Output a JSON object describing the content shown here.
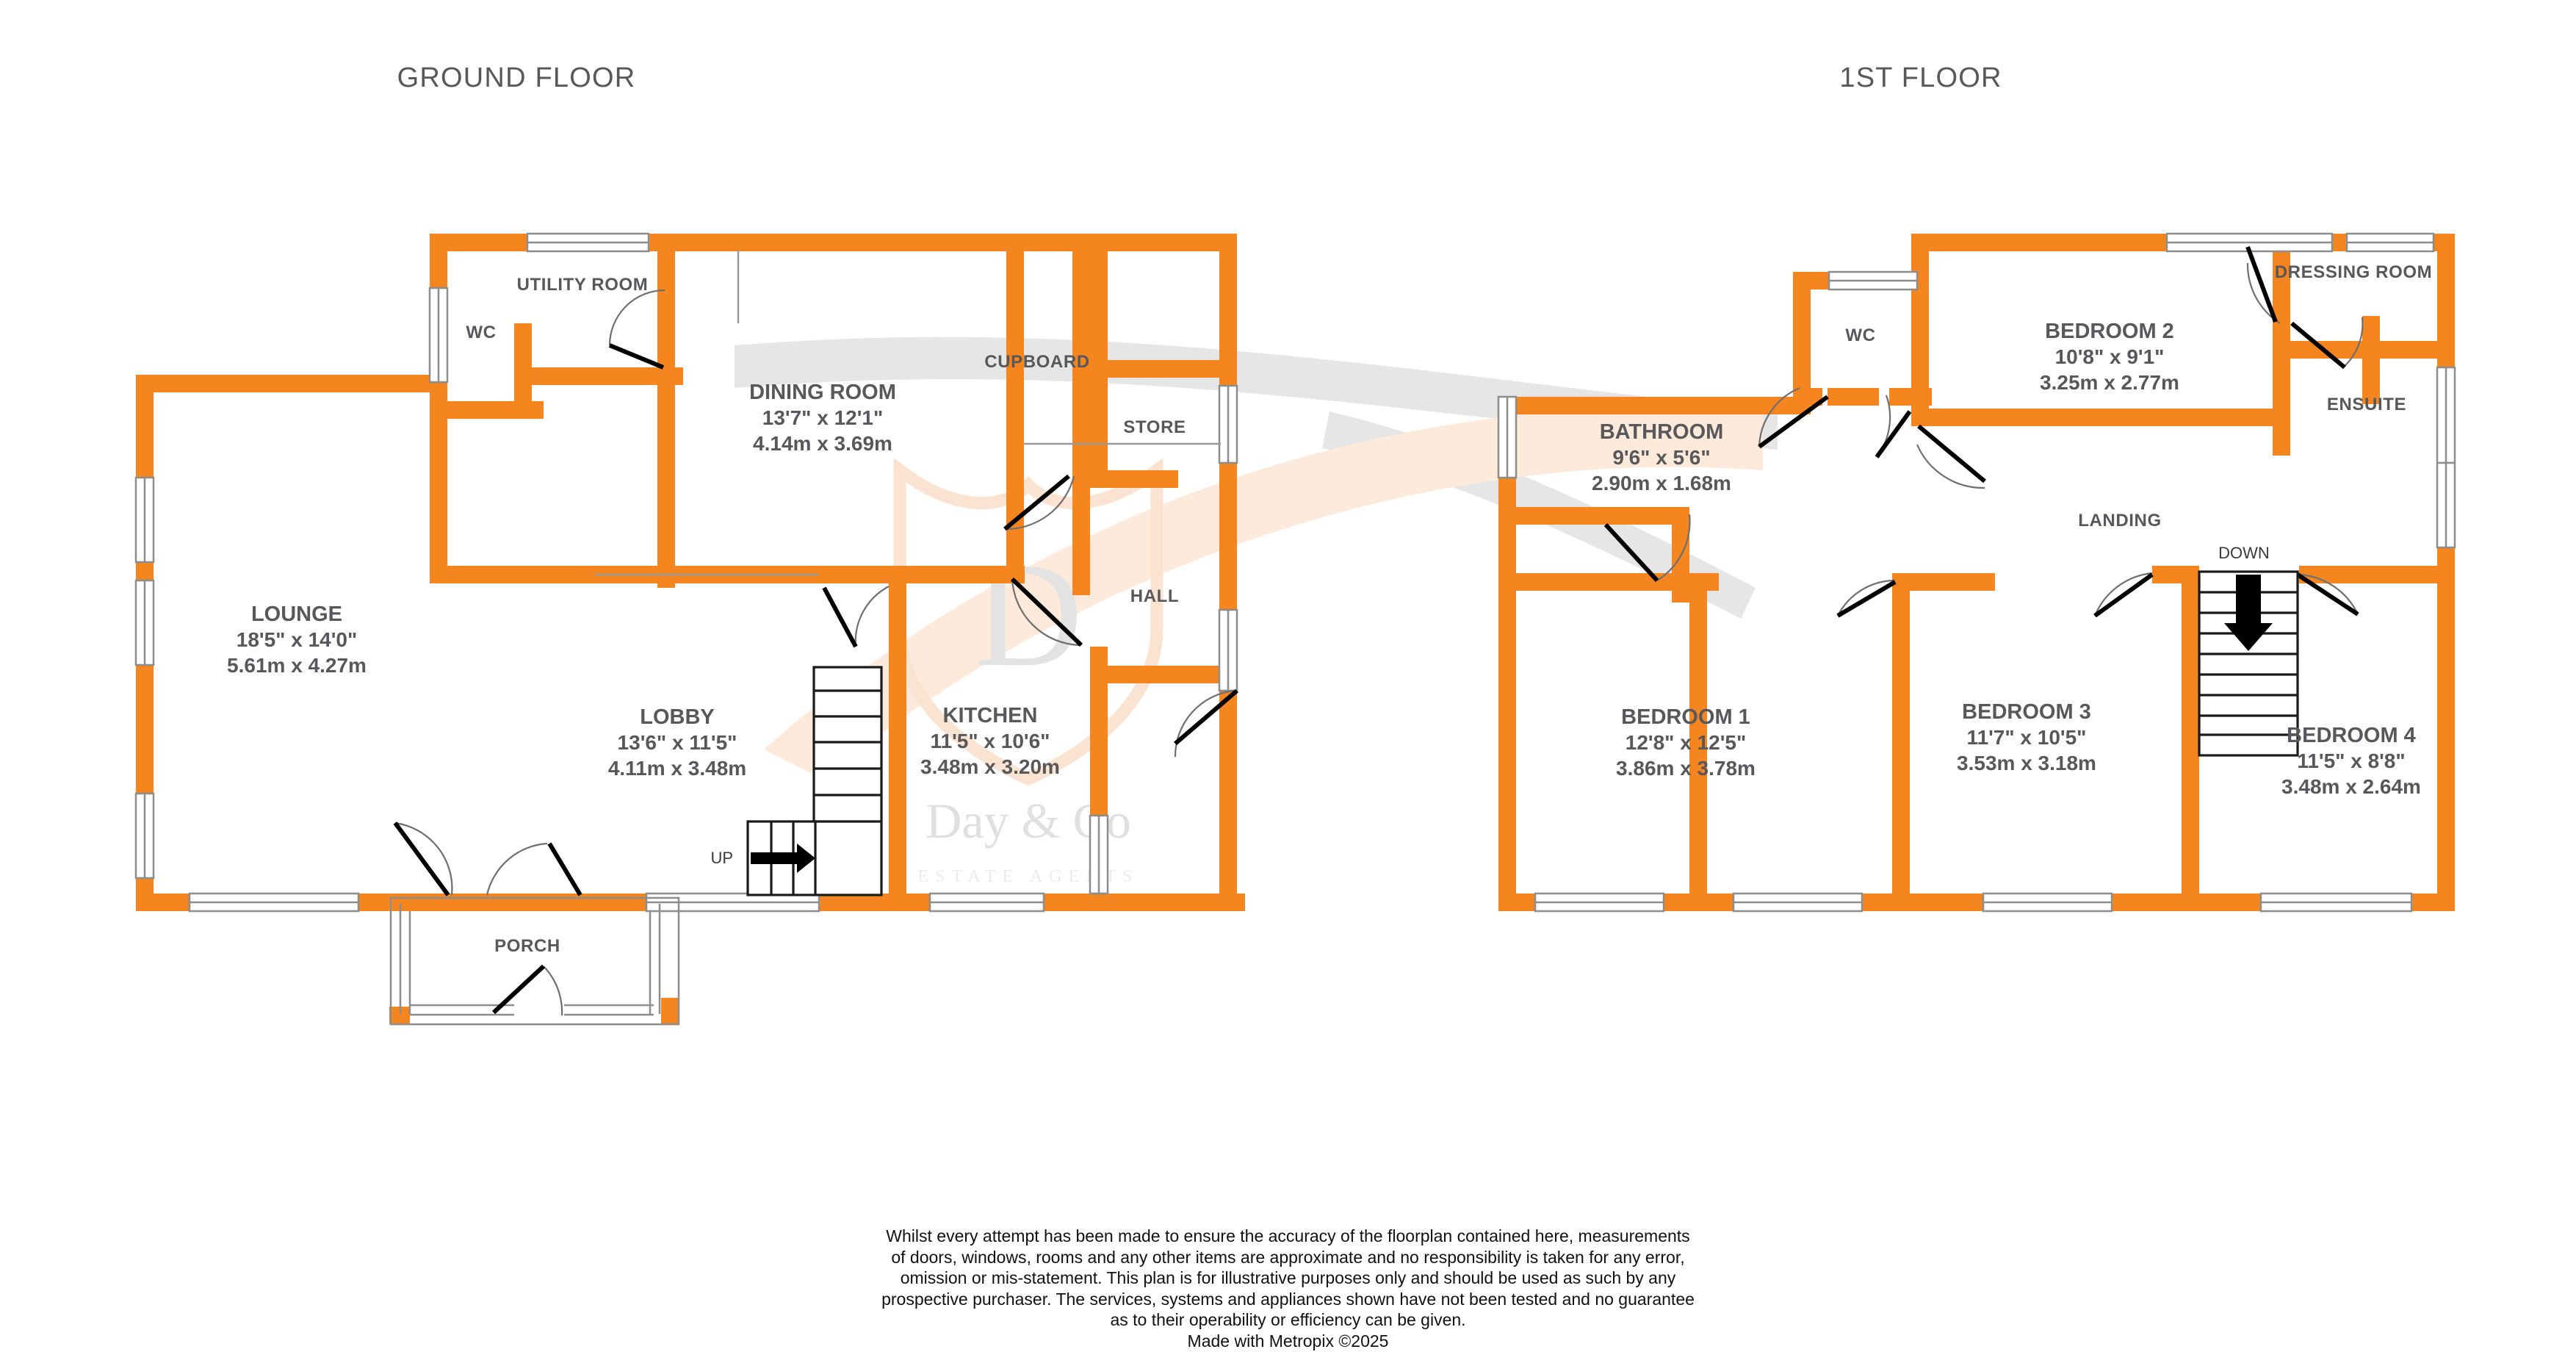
{
  "colors": {
    "wall_orange": "#F5851F",
    "label_grey": "#58585a",
    "title_grey": "#58585a",
    "watermark_peach": "#fdeadb",
    "watermark_grey": "#e6e6e6",
    "background": "#ffffff"
  },
  "floors": [
    {
      "key": "ground",
      "title": "GROUND FLOOR",
      "rooms": [
        {
          "name": "UTILITY ROOM",
          "imperial": "",
          "metric": "",
          "style": "small"
        },
        {
          "name": "WC",
          "imperial": "",
          "metric": "",
          "style": "small"
        },
        {
          "name": "DINING ROOM",
          "imperial": "13'7\"  x 12'1\"",
          "metric": "4.14m  x 3.69m",
          "style": "full"
        },
        {
          "name": "CUPBOARD",
          "imperial": "",
          "metric": "",
          "style": "small"
        },
        {
          "name": "STORE",
          "imperial": "",
          "metric": "",
          "style": "small"
        },
        {
          "name": "HALL",
          "imperial": "",
          "metric": "",
          "style": "small"
        },
        {
          "name": "LOUNGE",
          "imperial": "18'5\"  x 14'0\"",
          "metric": "5.61m  x 4.27m",
          "style": "full"
        },
        {
          "name": "LOBBY",
          "imperial": "13'6\"  x 11'5\"",
          "metric": "4.11m  x 3.48m",
          "style": "full"
        },
        {
          "name": "KITCHEN",
          "imperial": "11'5\"  x 10'6\"",
          "metric": "3.48m  x 3.20m",
          "style": "full"
        },
        {
          "name": "PORCH",
          "imperial": "",
          "metric": "",
          "style": "small"
        }
      ],
      "stair_label": "UP"
    },
    {
      "key": "first",
      "title": "1ST FLOOR",
      "rooms": [
        {
          "name": "WC",
          "imperial": "",
          "metric": "",
          "style": "small"
        },
        {
          "name": "BATHROOM",
          "imperial": "9'6\"  x 5'6\"",
          "metric": "2.90m  x 1.68m",
          "style": "full"
        },
        {
          "name": "BEDROOM 2",
          "imperial": "10'8\"  x 9'1\"",
          "metric": "3.25m  x 2.77m",
          "style": "full"
        },
        {
          "name": "DRESSING ROOM",
          "imperial": "",
          "metric": "",
          "style": "small"
        },
        {
          "name": "ENSUITE",
          "imperial": "",
          "metric": "",
          "style": "small"
        },
        {
          "name": "LANDING",
          "imperial": "",
          "metric": "",
          "style": "small"
        },
        {
          "name": "BEDROOM 1",
          "imperial": "12'8\"  x 12'5\"",
          "metric": "3.86m  x 3.78m",
          "style": "full"
        },
        {
          "name": "BEDROOM 3",
          "imperial": "11'7\"  x 10'5\"",
          "metric": "3.53m  x 3.18m",
          "style": "full"
        },
        {
          "name": "BEDROOM 4",
          "imperial": "11'5\"  x 8'8\"",
          "metric": "3.48m  x 2.64m",
          "style": "full"
        }
      ],
      "stair_label": "DOWN"
    }
  ],
  "labels": {
    "ground_title": "GROUND FLOOR",
    "first_title": "1ST FLOOR",
    "utility_room": "UTILITY ROOM",
    "wc_ground": "WC",
    "dining_name": "DINING ROOM",
    "dining_imperial": "13'7\"  x 12'1\"",
    "dining_metric": "4.14m  x 3.69m",
    "cupboard": "CUPBOARD",
    "store": "STORE",
    "hall": "HALL",
    "lounge_name": "LOUNGE",
    "lounge_imperial": "18'5\"  x 14'0\"",
    "lounge_metric": "5.61m  x 4.27m",
    "lobby_name": "LOBBY",
    "lobby_imperial": "13'6\"  x 11'5\"",
    "lobby_metric": "4.11m  x 3.48m",
    "kitchen_name": "KITCHEN",
    "kitchen_imperial": "11'5\"  x 10'6\"",
    "kitchen_metric": "3.48m  x 3.20m",
    "porch": "PORCH",
    "stairs_up": "UP",
    "stairs_down": "DOWN",
    "wc_first": "WC",
    "bathroom_name": "BATHROOM",
    "bathroom_imperial": "9'6\"  x 5'6\"",
    "bathroom_metric": "2.90m  x 1.68m",
    "bedroom2_name": "BEDROOM 2",
    "bedroom2_imperial": "10'8\"  x 9'1\"",
    "bedroom2_metric": "3.25m  x 2.77m",
    "dressing_room": "DRESSING ROOM",
    "ensuite": "ENSUITE",
    "landing": "LANDING",
    "bedroom1_name": "BEDROOM 1",
    "bedroom1_imperial": "12'8\"  x 12'5\"",
    "bedroom1_metric": "3.86m  x 3.78m",
    "bedroom3_name": "BEDROOM 3",
    "bedroom3_imperial": "11'7\"  x 10'5\"",
    "bedroom3_metric": "3.53m  x 3.18m",
    "bedroom4_name": "BEDROOM 4",
    "bedroom4_imperial": "11'5\"  x 8'8\"",
    "bedroom4_metric": "3.48m  x 2.64m"
  },
  "watermark": {
    "monogram": "D",
    "brand": "Day & Co",
    "tagline": "ESTATE AGENTS"
  },
  "disclaimer": {
    "line1": "Whilst every attempt has been made to ensure the accuracy of the floorplan contained here, measurements",
    "line2": "of doors, windows, rooms and any other items are approximate and no responsibility is taken for any error,",
    "line3": "omission or mis-statement. This plan is for illustrative purposes only and should be used as such by any",
    "line4": "prospective purchaser. The services, systems and appliances shown have not been tested and no guarantee",
    "line5": "as to their operability or efficiency can be given.",
    "credit": "Made with Metropix ©2025"
  }
}
